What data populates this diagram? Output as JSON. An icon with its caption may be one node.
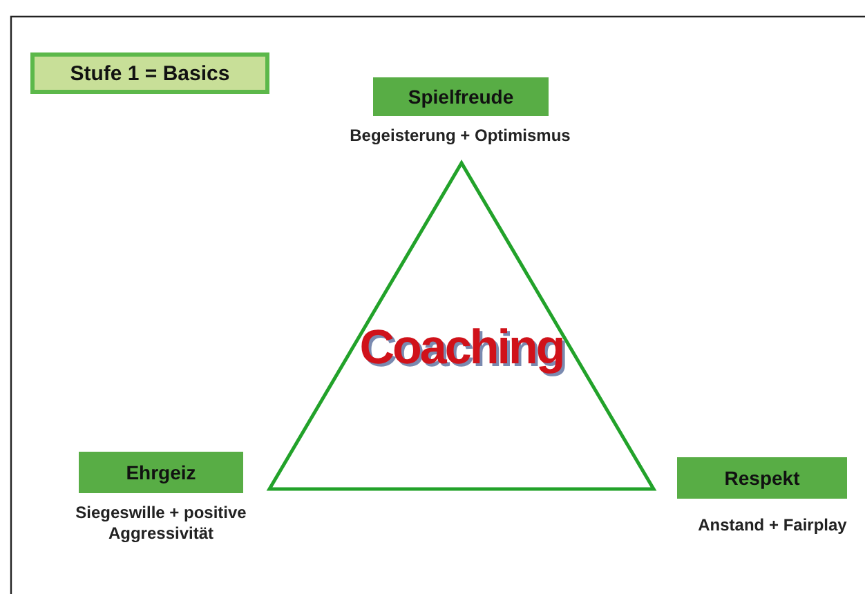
{
  "diagram": {
    "nodes": [
      {
        "text": [
          "Stufe 1 = Basics"
        ]
      },
      {
        "text": [
          "Spielfreude"
        ],
        "beside": [
          "Begeisterung + Optimismus"
        ]
      },
      {
        "text": [
          "Coaching"
        ]
      },
      {
        "text": [
          "Ehrgeiz"
        ],
        "beside": [
          "Siegeswille + positive Aggressivität"
        ]
      },
      {
        "text": [
          "Respekt"
        ],
        "beside": [
          "Anstand + Fairplay"
        ]
      }
    ]
  }
}
